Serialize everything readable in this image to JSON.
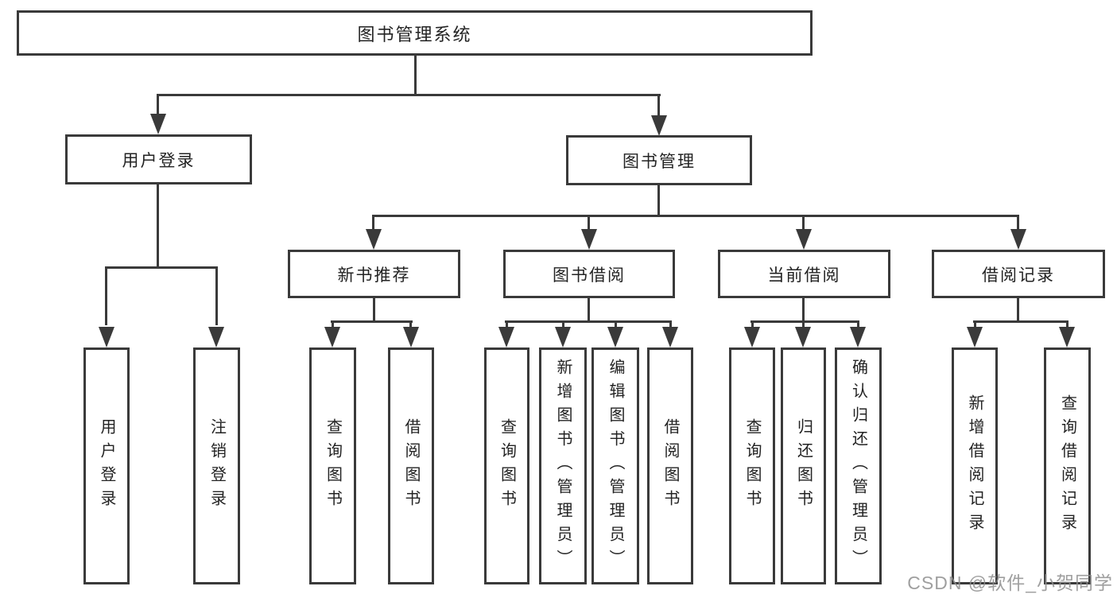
{
  "colors": {
    "line": "#3a3a3a",
    "text": "#232323",
    "background": "#ffffff",
    "watermark": "#8f8f8f"
  },
  "watermark": {
    "text": "CSDN @软件_小贺同学"
  },
  "diagram": {
    "title": "图书管理系统",
    "level2": [
      {
        "label": "用户登录"
      },
      {
        "label": "图书管理"
      }
    ],
    "level3": [
      {
        "label": "新书推荐",
        "parent": "图书管理"
      },
      {
        "label": "图书借阅",
        "parent": "图书管理"
      },
      {
        "label": "当前借阅",
        "parent": "图书管理"
      },
      {
        "label": "借阅记录",
        "parent": "图书管理"
      }
    ],
    "leaves": [
      {
        "label": "用户登录",
        "parent": "用户登录"
      },
      {
        "label": "注销登录",
        "parent": "用户登录"
      },
      {
        "label": "查询图书",
        "parent": "新书推荐"
      },
      {
        "label": "借阅图书",
        "parent": "新书推荐"
      },
      {
        "label": "查询图书",
        "parent": "图书借阅"
      },
      {
        "label": "新增图书（管理员）",
        "parent": "图书借阅"
      },
      {
        "label": "编辑图书（管理员）",
        "parent": "图书借阅"
      },
      {
        "label": "借阅图书",
        "parent": "图书借阅"
      },
      {
        "label": "查询图书",
        "parent": "当前借阅"
      },
      {
        "label": "归还图书",
        "parent": "当前借阅"
      },
      {
        "label": "确认归还（管理员）",
        "parent": "当前借阅"
      },
      {
        "label": "新增借阅记录",
        "parent": "借阅记录"
      },
      {
        "label": "查询借阅记录",
        "parent": "借阅记录"
      }
    ]
  }
}
